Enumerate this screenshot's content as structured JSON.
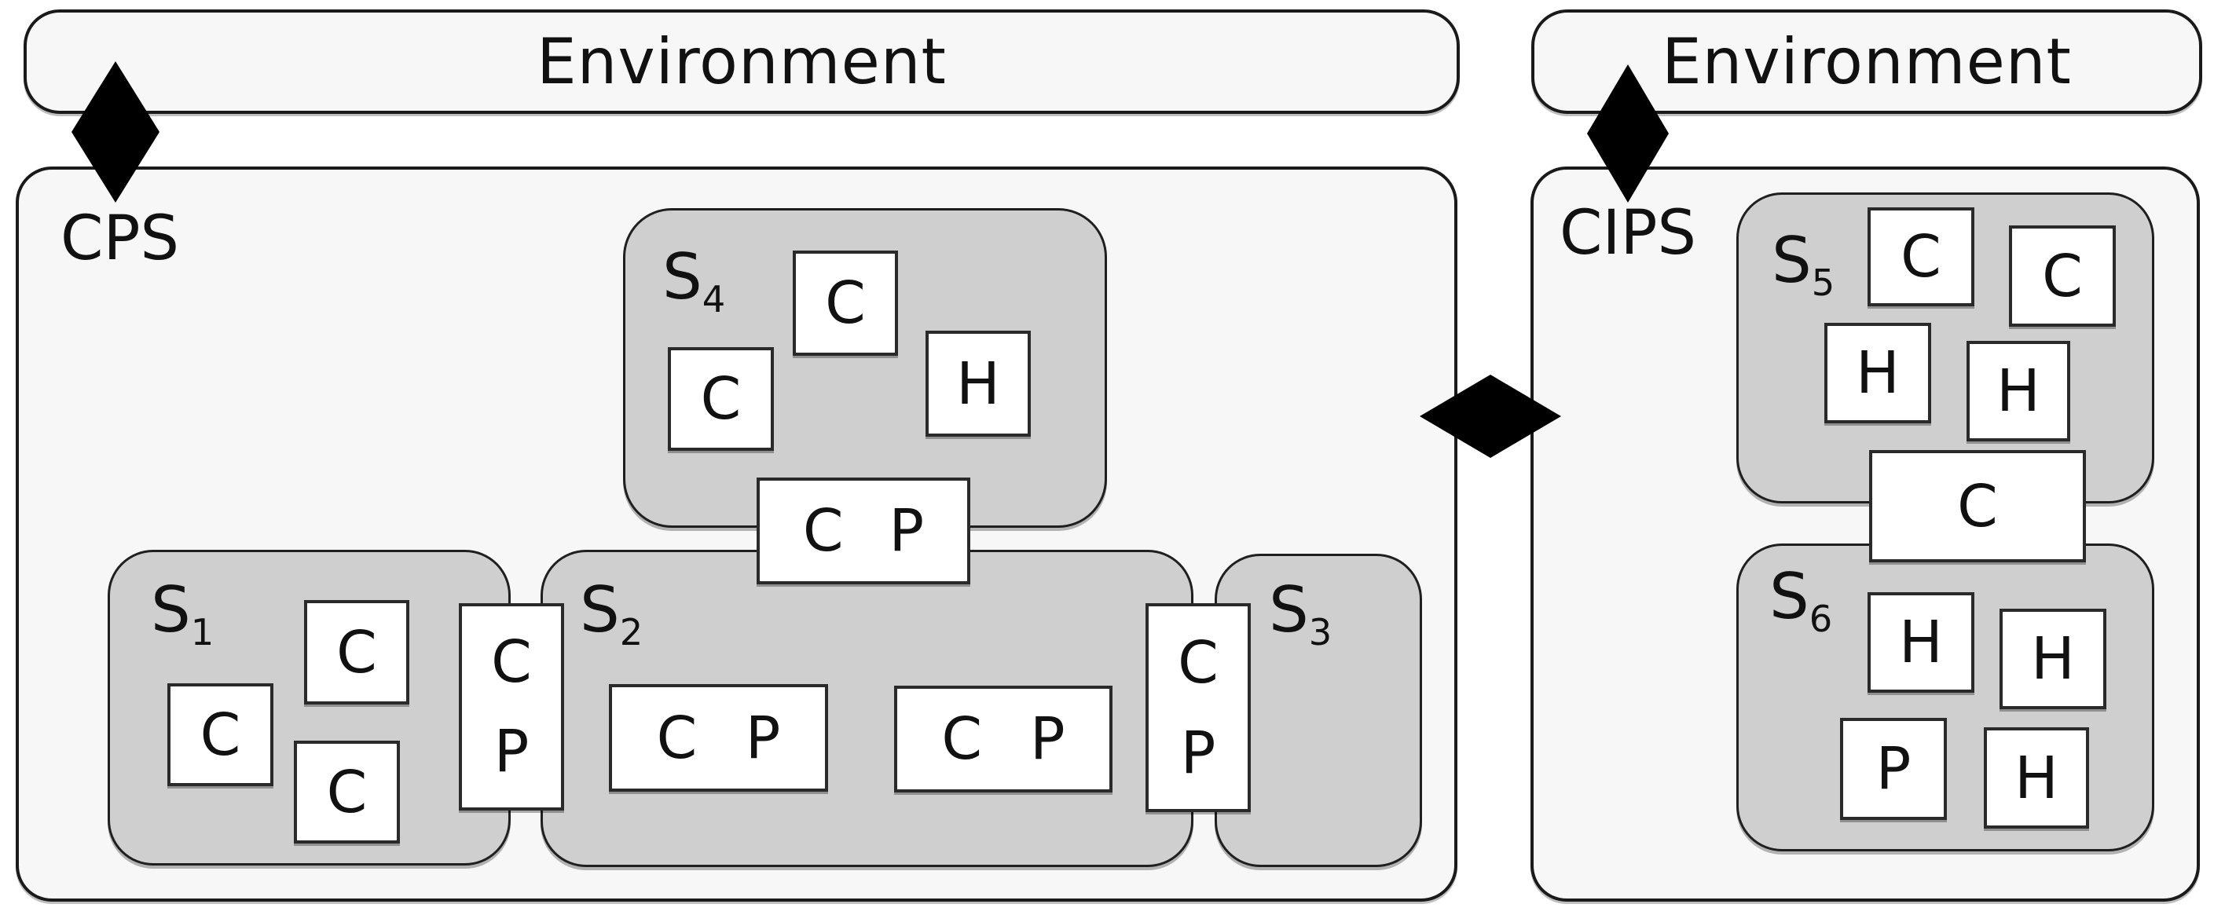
{
  "diagram": {
    "left": {
      "environment_label": "Environment",
      "system_label": "CPS",
      "subsystems": {
        "s1": {
          "base": "S",
          "sub": "1",
          "components": [
            "C",
            "C",
            "C"
          ]
        },
        "s2": {
          "base": "S",
          "sub": "2",
          "units": [
            {
              "c": "C",
              "p": "P"
            },
            {
              "c": "C",
              "p": "P"
            }
          ]
        },
        "s3": {
          "base": "S",
          "sub": "3"
        },
        "s4": {
          "base": "S",
          "sub": "4",
          "components": [
            "C",
            "C",
            "H"
          ]
        }
      },
      "interfaces": {
        "s4_s2": {
          "c": "C",
          "p": "P"
        },
        "s1_s2": {
          "c": "C",
          "p": "P"
        },
        "s2_s3": {
          "c": "C",
          "p": "P"
        }
      }
    },
    "right": {
      "environment_label": "Environment",
      "system_label": "CIPS",
      "subsystems": {
        "s5": {
          "base": "S",
          "sub": "5",
          "components": [
            "C",
            "C",
            "H",
            "H"
          ]
        },
        "s6": {
          "base": "S",
          "sub": "6",
          "components": [
            "H",
            "H",
            "P",
            "H"
          ]
        }
      },
      "interfaces": {
        "s5_s6": {
          "c": "C"
        }
      }
    },
    "colors": {
      "outer_fill": "#f7f7f7",
      "subsystem_fill": "#cfcfcf",
      "component_fill": "#ffffff",
      "border": "#1a1a1a",
      "diamond": "#000000"
    }
  }
}
